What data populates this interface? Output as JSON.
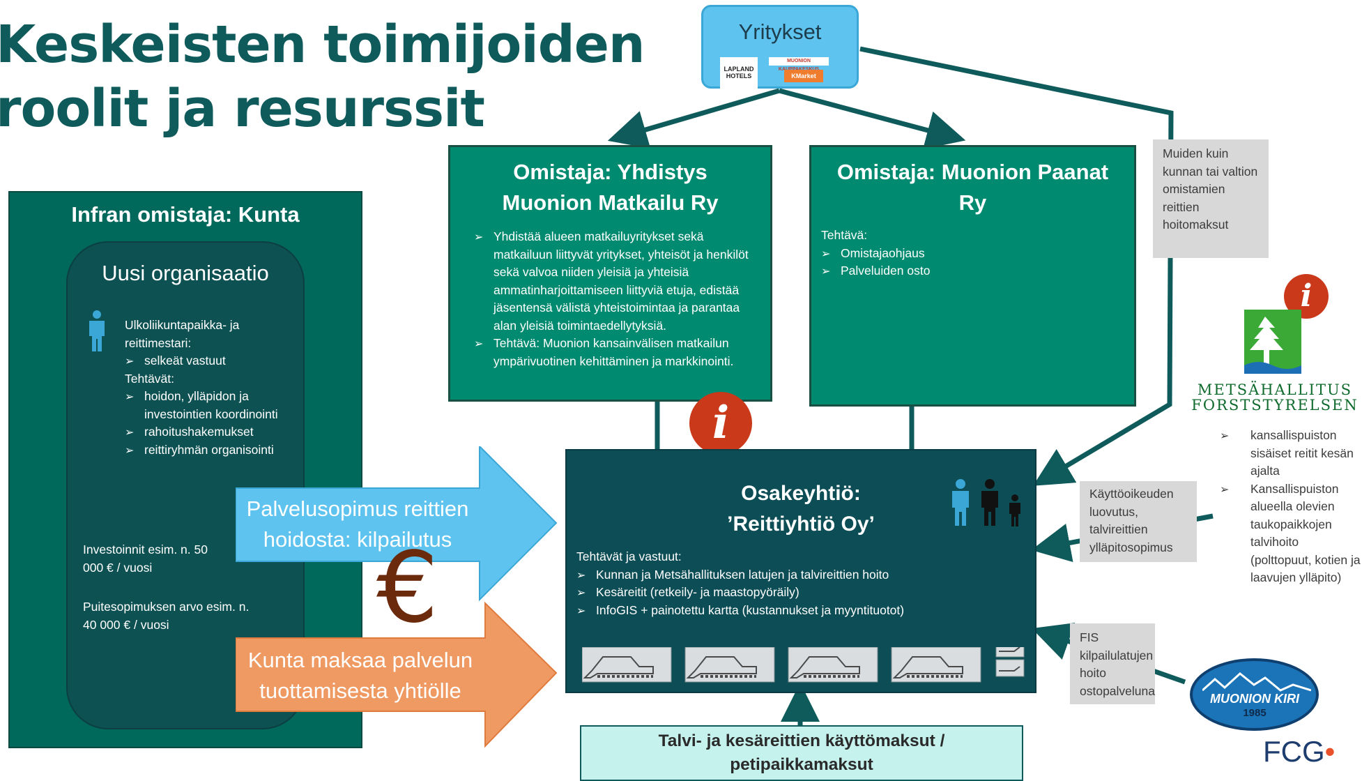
{
  "title": {
    "line1": "Keskeisten toimijoiden",
    "line2": "roolit ja resurssit"
  },
  "yritykset": {
    "label": "Yritykset",
    "logos": [
      "LAPLAND HOTELS",
      "MUONION KAUPPAKESKUS",
      "KMarket"
    ]
  },
  "yhdistys": {
    "title_line1": "Omistaja: Yhdistys",
    "title_line2": "Muonion Matkailu Ry",
    "bullet1": "Yhdistää alueen matkailuyritykset sekä matkailuun liittyvät yritykset, yhteisöt ja henkilöt sekä valvoa niiden yleisiä ja yhteisiä ammatinharjoittamiseen liittyviä etuja, edistää jäsentensä välistä yhteistoimintaa ja parantaa alan yleisiä toimintaedellytyksiä.",
    "bullet2": "Tehtävä: Muonion kansainvälisen matkailun ympärivuotinen kehittäminen ja markkinointi."
  },
  "paanat": {
    "title_line1": "Omistaja: Muonion Paanat",
    "title_line2": "Ry",
    "task_label": "Tehtävä:",
    "tasks": [
      "Omistajaohjaus",
      "Palveluiden osto"
    ]
  },
  "muiden_note": "Muiden kuin kunnan tai valtion omistamien reittien hoitomaksut",
  "kunta": {
    "title": "Infran omistaja: Kunta",
    "uusi_title": "Uusi organisaatio",
    "role_line": "Ulkoliikuntapaikka- ja reittimestari:",
    "role_bullet": "selkeät vastuut",
    "tasks_label": "Tehtävät:",
    "tasks": [
      "hoidon, ylläpidon ja investointien koordinointi",
      "rahoitushakemukset",
      "reittiryhmän organisointi"
    ],
    "investment": "Investoinnit esim. n. 50 000 € / vuosi",
    "framework": "Puitesopimuksen arvo esim. n. 40 000 € / vuosi"
  },
  "arrows": {
    "palvelusopimus": "Palvelusopimus reittien hoidosta: kilpailutus",
    "kunta_maksaa": "Kunta maksaa palvelun tuottamisesta yhtiölle",
    "euro_symbol": "€"
  },
  "osakeyhtio": {
    "title_line1": "Osakeyhtiö:",
    "title_line2": "’Reittiyhtiö Oy’",
    "tasks_label": "Tehtävät ja vastuut:",
    "tasks": [
      "Kunnan ja Metsähallituksen latujen ja talvireittien hoito",
      "Kesäreitit (retkeily- ja maastopyöräily)",
      "InfoGIS + painotettu kartta  (kustannukset ja myyntituotot)"
    ]
  },
  "kayttooikeus_note": "Käyttöoikeuden luovutus, talvireittien ylläpitosopimus",
  "fis_note": "FIS kilpailulatujen hoito ostopalveluna",
  "metsahallitus": {
    "name_line1": "METSÄHALLITUS",
    "name_line2": "FORSTSTYRELSEN",
    "bullets": [
      "kansallispuiston sisäiset reitit kesän ajalta",
      "Kansallispuiston alueella olevien taukopaikkojen talvihoito (polttopuut, kotien ja laavujen ylläpito)"
    ]
  },
  "muonion_kiri": {
    "name": "MUONION KIRI",
    "year": "1985"
  },
  "fcg_logo": "FCG",
  "bottom_box": {
    "line1": "Talvi- ja kesäreittien käyttömaksut /",
    "line2": "petipaikkamaksut"
  },
  "info_symbol": "i",
  "colors": {
    "title": "#0f5a5a",
    "owner_green": "#008a6f",
    "kunta_green": "#00695c",
    "company_dark": "#0d4d56",
    "light_blue": "#5ec3ee",
    "orange": "#f09a63",
    "info_red": "#c9391a",
    "euro_brown": "#6b2a0c"
  }
}
